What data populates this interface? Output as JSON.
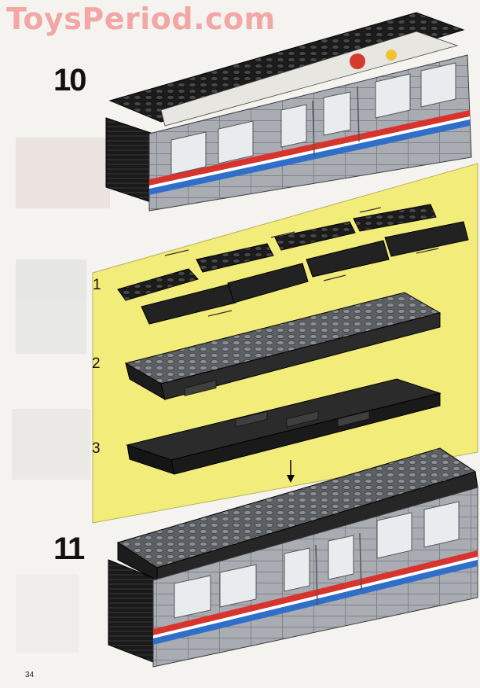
{
  "watermark": "ToysPeriod.com",
  "steps": {
    "step10": "10",
    "step11": "11"
  },
  "substeps": [
    "1",
    "2",
    "3"
  ],
  "page_number": "34",
  "colors": {
    "callout_bg": "#f2ec7a",
    "brick_grey": "#a9adb3",
    "brick_black": "#2b2b2b",
    "stripe_red": "#d8332c",
    "stripe_blue": "#2f6fc9",
    "watermark": "#f2a6a6"
  }
}
